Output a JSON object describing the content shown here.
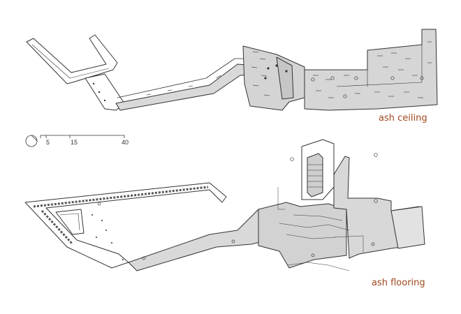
{
  "labels": {
    "ceiling": "ash ceiling",
    "flooring": "ash flooring"
  },
  "scale_bar": {
    "ticks": [
      "5",
      "15",
      "40"
    ]
  },
  "colors": {
    "label": "#a0461e",
    "fill": "#d6d6d6",
    "line": "#333333"
  }
}
